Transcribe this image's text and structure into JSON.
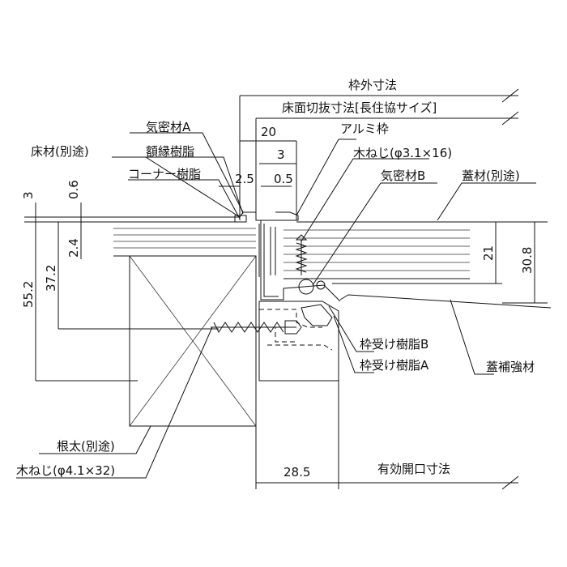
{
  "labels": {
    "frame_outer_dim": "枠外寸法",
    "floor_cut_dim": "床面切抜寸法[長住協サイズ]",
    "airtight_a": "気密材A",
    "frame_resin": "額縁樹脂",
    "corner_resin": "コーナー樹脂",
    "floor_material": "床材(別途)",
    "aluminum_frame": "アルミ枠",
    "wood_screw_small": "木ねじ(φ3.1×16)",
    "airtight_b": "気密材B",
    "lid_material": "蓋材(別途)",
    "frame_support_b": "枠受け樹脂B",
    "frame_support_a": "枠受け樹脂A",
    "lid_reinforce": "蓋補強材",
    "joist": "根太(別途)",
    "wood_screw_large": "木ねじ(φ4.1×32)",
    "effective_opening": "有効開口寸法"
  },
  "dimensions": {
    "d20": "20",
    "d3_top": "3",
    "d2_5": "2.5",
    "d0_5": "0.5",
    "d3_left": "3",
    "d0_6": "0.6",
    "d2_4": "2.4",
    "d37_2": "37.2",
    "d55_2": "55.2",
    "d21": "21",
    "d30_8": "30.8",
    "d28_5": "28.5"
  }
}
